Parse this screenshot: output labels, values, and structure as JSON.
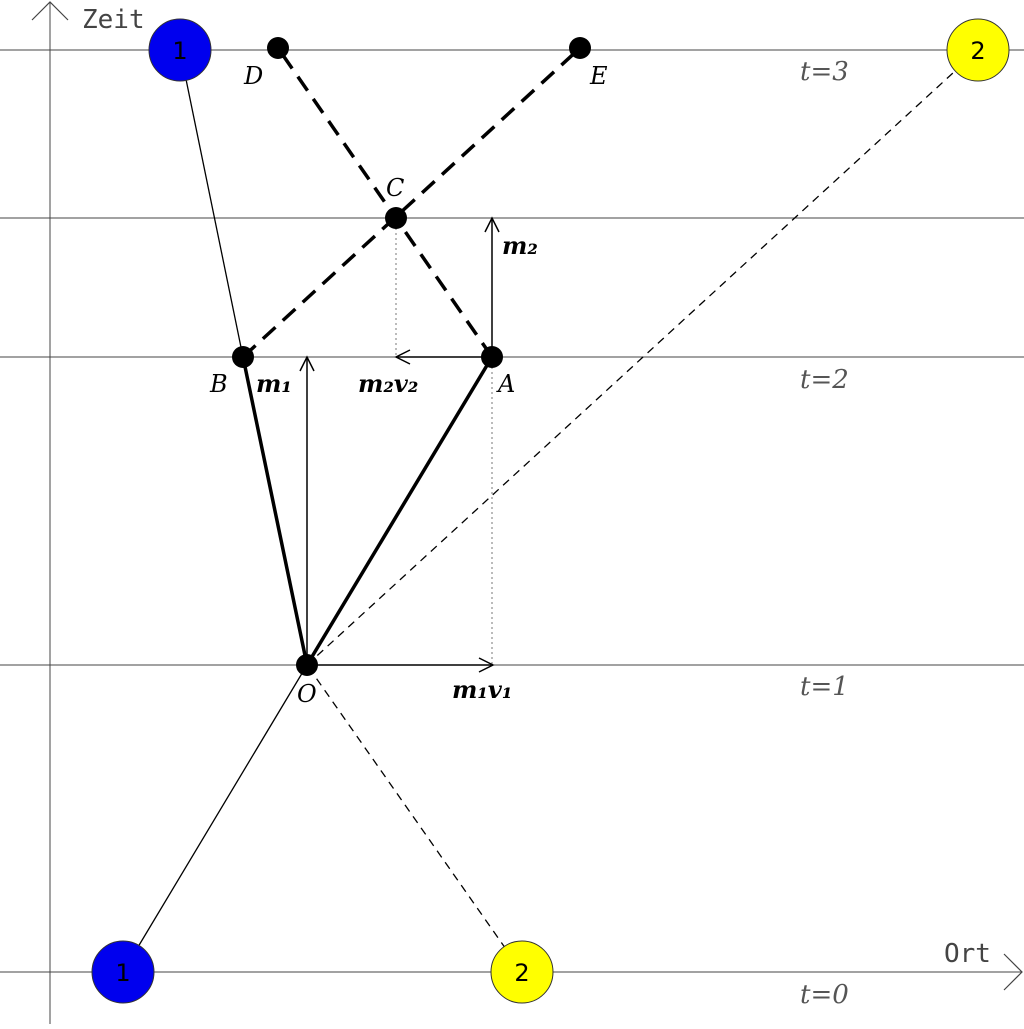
{
  "axes": {
    "y_label": "Zeit",
    "x_label": "Ort"
  },
  "time_labels": [
    "t=0",
    "t=1",
    "t=2",
    "t=3"
  ],
  "points": {
    "O": "O",
    "A": "A",
    "B": "B",
    "C": "C",
    "D": "D",
    "E": "E"
  },
  "vectors": {
    "m1v1": "m₁v₁",
    "m2v2": "m₂v₂",
    "m1": "m₁",
    "m2": "m₂"
  },
  "balls": [
    {
      "label": "1",
      "color": "#0000ee"
    },
    {
      "label": "2",
      "color": "#ffff00"
    },
    {
      "label": "1",
      "color": "#0000ee"
    },
    {
      "label": "2",
      "color": "#ffff00"
    }
  ],
  "colors": {
    "ball1": "#0000ee",
    "ball2": "#ffff00"
  }
}
